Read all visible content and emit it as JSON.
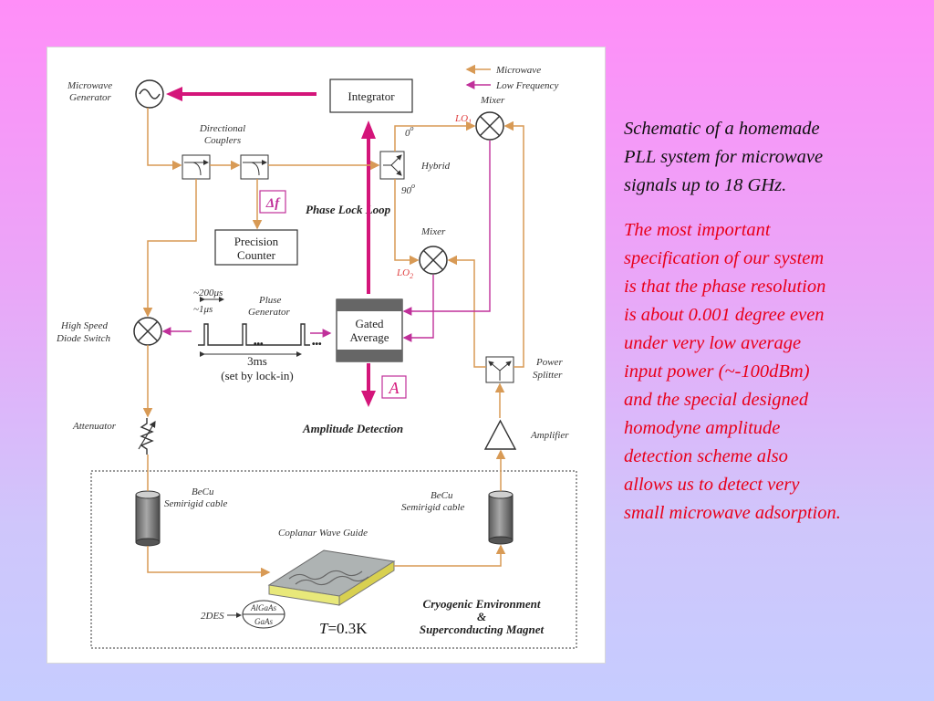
{
  "diagram": {
    "legend": {
      "microwave": "Microwave",
      "low_frequency": "Low Frequency"
    },
    "microwave_generator": [
      "Microwave",
      "Generator"
    ],
    "integrator": "Integrator",
    "directional_couplers": [
      "Directional",
      "Couplers"
    ],
    "delta_f": "Δf",
    "precision_counter": [
      "Precision",
      "Counter"
    ],
    "mixer1": "Mixer",
    "lo1": "LO",
    "lo1_sub": "1",
    "phase_0": "0",
    "phase_90": "90",
    "degree": "o",
    "hybrid": "Hybrid",
    "phase_lock_loop": "Phase Lock Loop",
    "mixer2": "Mixer",
    "lo2": "LO",
    "lo2_sub": "2",
    "pulse_200": "~200μs",
    "pulse_1": "~1μs",
    "pulse_generator": [
      "Pluse",
      "Generator"
    ],
    "dots": "•••",
    "period": "3ms",
    "period_note": "(set by lock-in)",
    "gated_average": [
      "Gated",
      "Average"
    ],
    "high_speed_diode_switch": [
      "High Speed",
      "Diode Switch"
    ],
    "a_label": "A",
    "amplitude_detection": "Amplitude Detection",
    "power_splitter": [
      "Power",
      "Splitter"
    ],
    "attenuator": "Attenuator",
    "amplifier": "Amplifier",
    "becu_left": [
      "BeCu",
      "Semirigid cable"
    ],
    "becu_right": [
      "BeCu",
      "Semirigid cable"
    ],
    "coplanar_wave_guide": "Coplanar Wave Guide",
    "des": "2DES",
    "algaas": "AlGaAs",
    "gaas": "GaAs",
    "t_var": "T",
    "t_value": "=0.3K",
    "cryogenic": [
      "Cryogenic Environment",
      "&",
      "Superconducting Magnet"
    ]
  },
  "caption": {
    "paragraph_1": [
      "Schematic of a homemade",
      "PLL system for microwave",
      "signals up to 18 GHz."
    ],
    "paragraph_2": [
      "The most important",
      "specification of our system",
      "is that the phase resolution",
      "is about 0.001 degree even",
      "under very low average",
      "input power (~-100dBm)",
      "and the special designed",
      "homodyne amplitude",
      "detection scheme also",
      "allows us to detect very",
      "small microwave adsorption."
    ]
  },
  "colors": {
    "microwave_line": "#d89a55",
    "low_frequency_line": "#c0309a",
    "arrow_magenta": "#d4157a",
    "caption_red": "#e8001a"
  }
}
